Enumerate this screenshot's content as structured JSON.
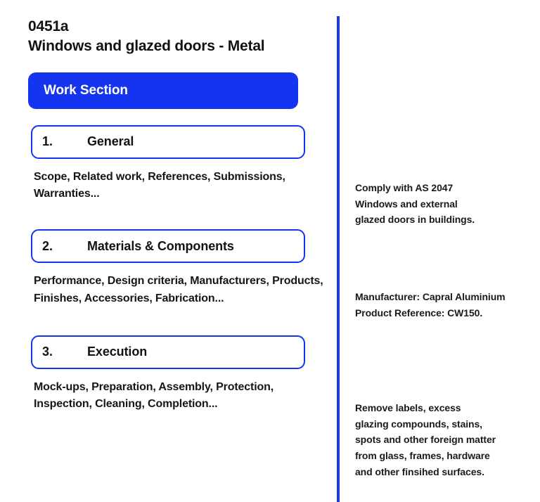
{
  "document": {
    "code": "0451a",
    "title": "Windows and glazed doors - Metal"
  },
  "banner": {
    "label": "Work Section"
  },
  "colors": {
    "accent_blue": "#1534f0",
    "divider_blue": "#1a37ef",
    "text_black": "#141414",
    "banner_text": "#ffffff",
    "background": "#ffffff"
  },
  "sections": [
    {
      "number": "1.",
      "name": "General",
      "body": "Scope, Related work, References, Submissions, Warranties..."
    },
    {
      "number": "2.",
      "name": "Materials & Components",
      "body": "Performance, Design criteria, Manufacturers, Products, Finishes, Accessories, Fabrication..."
    },
    {
      "number": "3.",
      "name": "Execution",
      "body": "Mock-ups, Preparation, Assembly, Protection, Inspection, Cleaning, Completion..."
    }
  ],
  "notes": [
    {
      "lines": [
        "Comply with AS 2047",
        "Windows and external",
        "glazed doors in buildings."
      ]
    },
    {
      "lines": [
        "Manufacturer: Capral Aluminium",
        "Product Reference: CW150."
      ]
    },
    {
      "lines": [
        "Remove labels, excess",
        "glazing compounds, stains,",
        "spots and other foreign matter",
        "from glass, frames, hardware",
        "and other finsihed surfaces."
      ]
    }
  ]
}
